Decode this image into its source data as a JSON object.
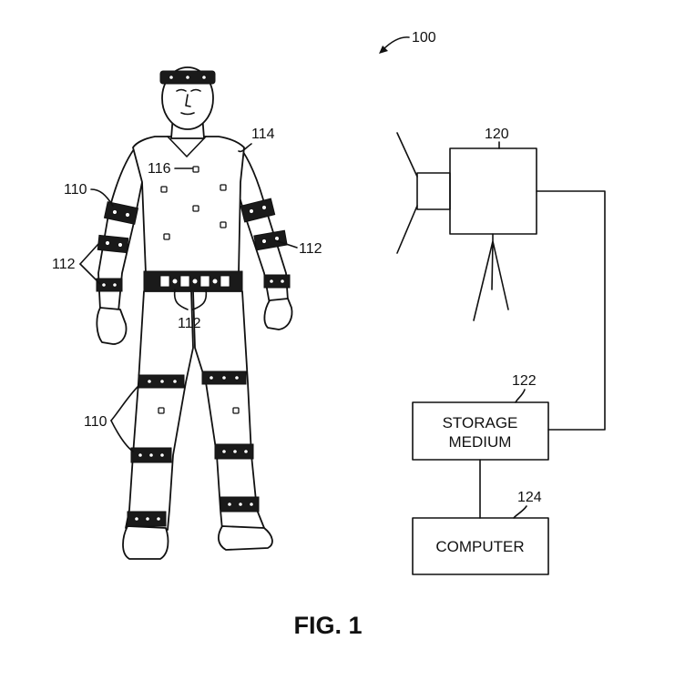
{
  "figure": {
    "caption": "FIG. 1",
    "system_ref": "100",
    "suit_ref": "114",
    "marker_ref": "116",
    "band_ref_left_arm": "110",
    "band_ref_legs": "110",
    "marker_ref_left": "112",
    "marker_ref_right": "112",
    "marker_ref_waist": "112",
    "camera_ref": "120",
    "storage_ref": "122",
    "storage_label_line1": "STORAGE",
    "storage_label_line2": "MEDIUM",
    "computer_ref": "124",
    "computer_label": "COMPUTER"
  }
}
